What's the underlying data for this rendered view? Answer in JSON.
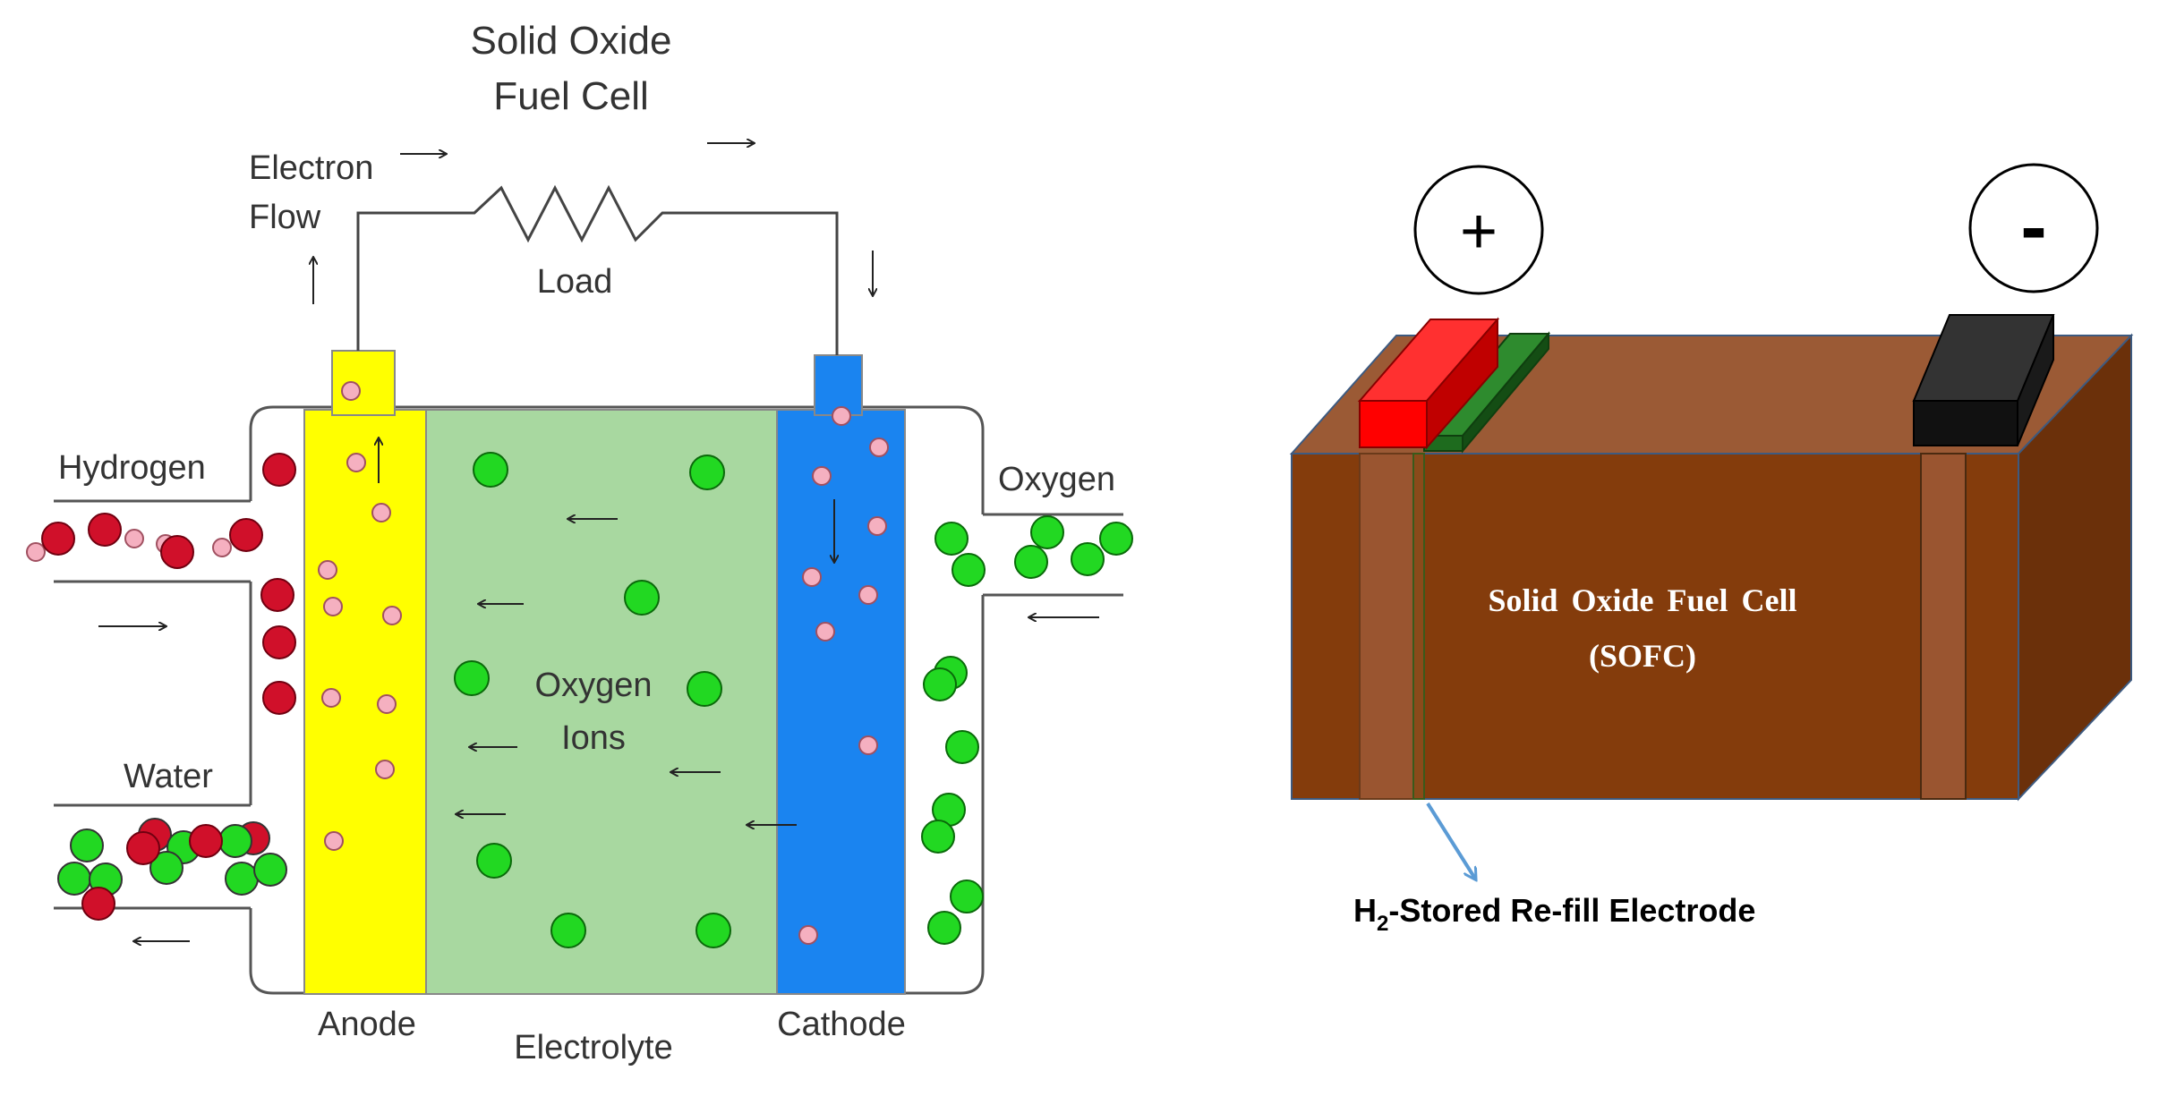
{
  "left_diagram": {
    "title_line1": "Solid Oxide",
    "title_line2": "Fuel Cell",
    "electron_flow_line1": "Electron",
    "electron_flow_line2": "Flow",
    "load": "Load",
    "hydrogen": "Hydrogen",
    "oxygen": "Oxygen",
    "water": "Water",
    "oxygen_ions_line1": "Oxygen",
    "oxygen_ions_line2": "Ions",
    "anode": "Anode",
    "electrolyte": "Electrolyte",
    "cathode": "Cathode",
    "colors": {
      "anode": "#ffff00",
      "electrolyte": "#a8d8a0",
      "cathode": "#1a84f0",
      "hydrogen_molecule": "#d0102a",
      "oxygen_molecule": "#22d822",
      "electron": "#f5b0c0"
    }
  },
  "right_diagram": {
    "positive_terminal": "+",
    "negative_terminal": "-",
    "cell_label_line1": "Solid Oxide Fuel Cell",
    "cell_label_line2": "(SOFC)",
    "electrode_label_h": "H",
    "electrode_label_sub": "2",
    "electrode_label_rest": "-Stored Re-fill Electrode",
    "colors": {
      "box_front": "#843c0c",
      "box_top": "#9b5a35",
      "box_side": "#6b300a",
      "positive_terminal": "#ff0000",
      "refill_electrode": "#1e6b1e",
      "negative_terminal": "#111111"
    }
  }
}
